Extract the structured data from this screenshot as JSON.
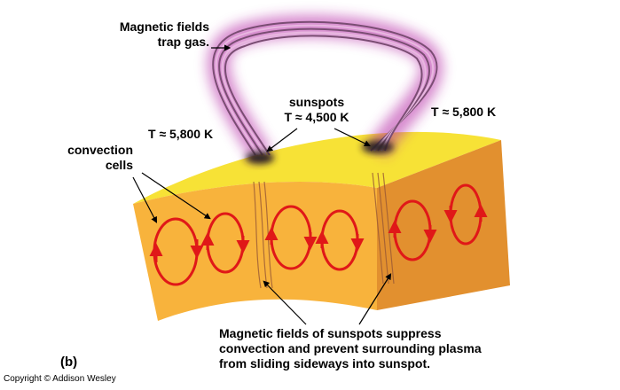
{
  "labels": {
    "magnetic_fields_trap": [
      "Magnetic fields",
      "trap gas."
    ],
    "sunspots": [
      "sunspots",
      "T ≈ 4,500 K"
    ],
    "temp_left": "T ≈ 5,800 K",
    "temp_right": "T ≈ 5,800 K",
    "convection": [
      "convection",
      "cells"
    ],
    "suppress": [
      "Magnetic fields of sunspots suppress",
      "convection and prevent surrounding plasma",
      "from sliding sideways into sunspot."
    ],
    "panel": "(b)",
    "copyright": "Copyright © Addison Wesley"
  },
  "colors": {
    "surface_top": "#f7e236",
    "front_face": "#f8b33c",
    "side_face": "#e2902f",
    "convection_arrows": "#e01818",
    "loop_glow": "#b62ca6",
    "loop_strands": "#7a4d73",
    "sunspot": "#2d2226"
  },
  "icons": {
    "loop": "magnetic-loop-icon",
    "cells": "convection-cell-arrow-icon"
  }
}
